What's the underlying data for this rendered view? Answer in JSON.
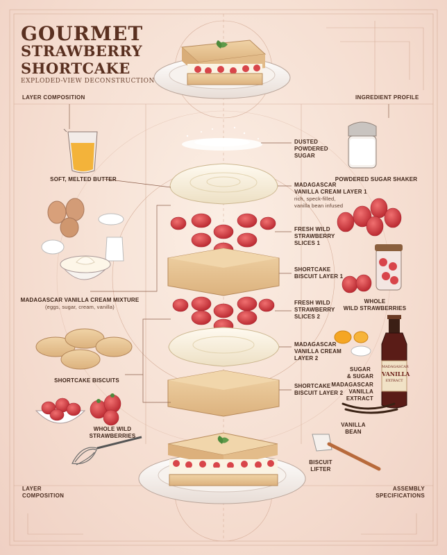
{
  "header": {
    "title_line1": "GOURMET",
    "title_line2": "STRAWBERRY",
    "title_line3": "SHORTCAKE",
    "subtitle": "EXPLODED-VIEW DECONSTRUCTION"
  },
  "sections": {
    "layer_composition_top": "LAYER COMPOSITION",
    "ingredient_profile": "INGREDIENT PROFILE",
    "layer_composition_bottom_l1": "LAYER",
    "layer_composition_bottom_l2": "COMPOSITION",
    "assembly_specs_l1": "ASSEMBLY",
    "assembly_specs_l2": "SPECIFICATIONS"
  },
  "layers": [
    {
      "l1": "DUSTED",
      "l2": "POWDERED",
      "l3": "SUGAR"
    },
    {
      "l1": "MADAGASCAR",
      "l2": "VANILLA CREAM LAYER 1",
      "d1": "rich, speck-filled,",
      "d2": "vanilla bean infused"
    },
    {
      "l1": "FRESH WILD",
      "l2": "STRAWBERRY",
      "l3": "SLICES 1"
    },
    {
      "l1": "SHORTCAKE",
      "l2": "BISCUIT LAYER 1"
    },
    {
      "l1": "FRESH WILD",
      "l2": "STRAWBERRY",
      "l3": "SLICES 2"
    },
    {
      "l1": "MADAGASCAR",
      "l2": "VANILLA CREAM",
      "l3": "LAYER 2"
    },
    {
      "l1": "SHORTCAKE",
      "l2": "BISCUIT LAYER 2"
    }
  ],
  "ingredients_left": {
    "butter": "SOFT, MELTED BUTTER",
    "cream_mix": "MADAGASCAR VANILLA CREAM MIXTURE",
    "cream_mix_desc": "(eggs, sugar, cream, vanilla)",
    "biscuits": "SHORTCAKE BISCUITS",
    "berries_l1": "WHOLE WILD",
    "berries_l2": "STRAWBERRIES"
  },
  "ingredients_right": {
    "shaker": "POWDERED SUGAR SHAKER",
    "whole_l1": "WHOLE",
    "whole_l2": "WILD STRAWBERRIES",
    "sugar_l1": "SUGAR",
    "sugar_l2": "& SUGAR",
    "extract_l1": "MADAGASCAR",
    "extract_l2": "VANILLA",
    "extract_l3": "EXTRACT",
    "bean_l1": "VANILLA",
    "bean_l2": "BEAN",
    "lifter_l1": "BISCUIT",
    "lifter_l2": "LIFTER"
  },
  "bottle_label": {
    "line1": "MADAGASCAR",
    "line2": "VANILLA",
    "line3": "EXTRACT"
  },
  "colors": {
    "background": "#f6e3d6",
    "biscuit": "#e9c99c",
    "cream": "#f8efdc",
    "strawberry": "#d8454a",
    "line": "#b07a62",
    "title": "#5a3020"
  }
}
